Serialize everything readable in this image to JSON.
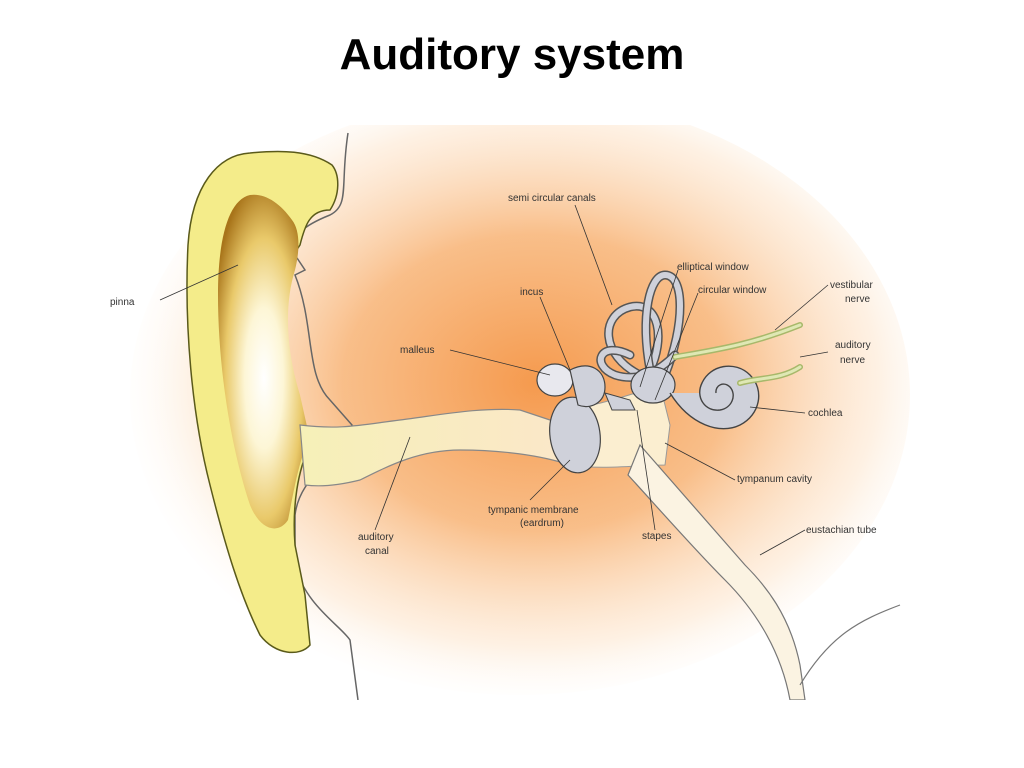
{
  "slide": {
    "title": "Auditory system"
  },
  "diagram": {
    "colors": {
      "glow": "#f7a05a",
      "pinna_fill": "#f6ef9a",
      "pinna_inner": "#b8860b",
      "ossicles": "#c9cbd4",
      "nerve": "#c9d98a",
      "outline": "#555555"
    },
    "labels": {
      "pinna": "pinna",
      "semi_circular_canals": "semi circular canals",
      "elliptical_window": "elliptical window",
      "incus": "incus",
      "circular_window": "circular window",
      "vestibular_nerve_1": "vestibular",
      "vestibular_nerve_2": "nerve",
      "malleus": "malleus",
      "auditory_nerve_1": "auditory",
      "auditory_nerve_2": "nerve",
      "cochlea": "cochlea",
      "tympanum_cavity": "tympanum cavity",
      "tympanic_membrane_1": "tympanic membrane",
      "tympanic_membrane_2": "(eardrum)",
      "auditory_canal_1": "auditory",
      "auditory_canal_2": "canal",
      "stapes": "stapes",
      "eustachian_tube": "eustachian tube"
    }
  }
}
